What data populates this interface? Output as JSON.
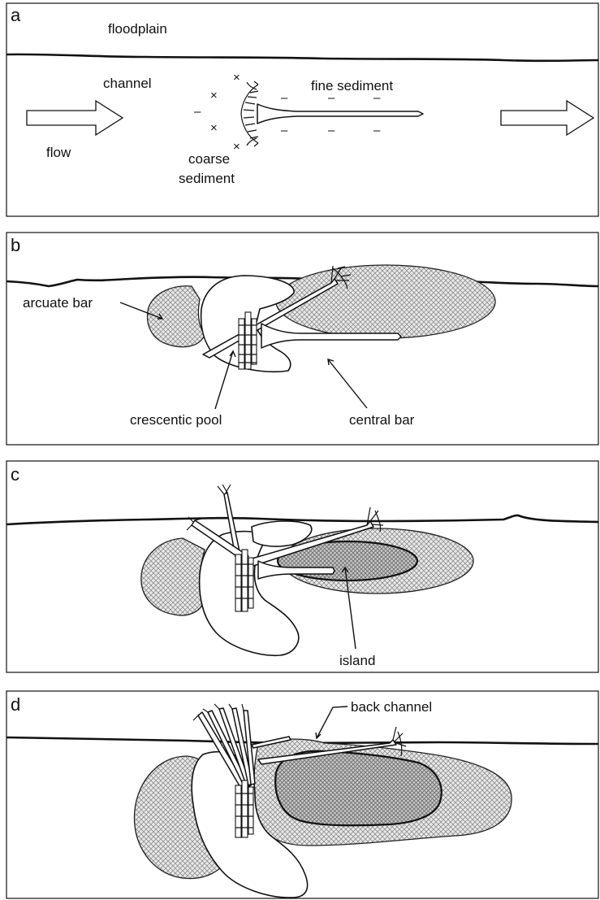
{
  "panels": {
    "a": {
      "letter": "a",
      "floodplain": "floodplain",
      "channel": "channel",
      "fine_sediment": "fine sediment",
      "flow": "flow",
      "coarse_sediment_line1": "coarse",
      "coarse_sediment_line2": "sediment",
      "coarse_mark": "×",
      "fine_mark": "–"
    },
    "b": {
      "letter": "b",
      "arcuate_bar": "arcuate bar",
      "crescentic_pool": "crescentic pool",
      "central_bar": "central bar"
    },
    "c": {
      "letter": "c",
      "island": "island"
    },
    "d": {
      "letter": "d",
      "back_channel": "back channel"
    }
  },
  "colors": {
    "line": "#111111",
    "hatch_light": "#9a9a9a",
    "hatch_dark": "#6e6e6e",
    "background": "#ffffff"
  }
}
